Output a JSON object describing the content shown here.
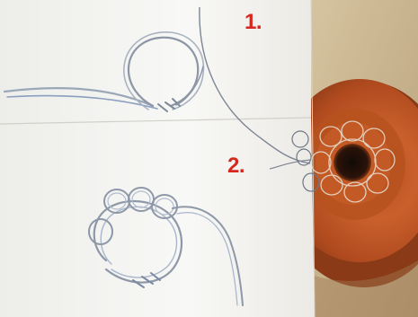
{
  "labels": {
    "step1": "1.",
    "step2": "2."
  },
  "colors": {
    "paper": "#f6f6f4",
    "paper_shadow": "#e7e6e1",
    "crease": "#cfcdc6",
    "cord": "#98a4b4",
    "cord_blue": "#7f98bd",
    "pot_dark": "#9d3f18",
    "pot_mid": "#c45a28",
    "pot_light": "#d97840",
    "background_tan": "#c7b697",
    "label_red": "#d6271e"
  },
  "icons": [
    "knot-loop-drawing",
    "knot-petals-drawing",
    "clay-pot-rim"
  ]
}
